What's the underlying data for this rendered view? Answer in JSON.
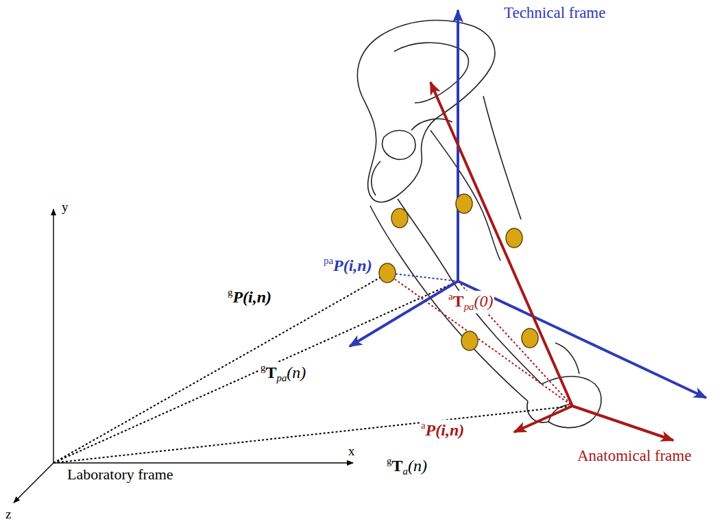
{
  "diagram": {
    "labels": [
      "Technical frame",
      "y",
      "x",
      "z",
      "Laboratory frame",
      "Anatomical frame",
      "pa",
      "P(i,n)",
      "g",
      "P(i,n)",
      "g",
      "T",
      "pa",
      "(n)",
      "a",
      "T",
      "pa",
      "(0)",
      "a",
      "P(i,n)",
      "g",
      "T",
      "a",
      "(n)"
    ]
  }
}
